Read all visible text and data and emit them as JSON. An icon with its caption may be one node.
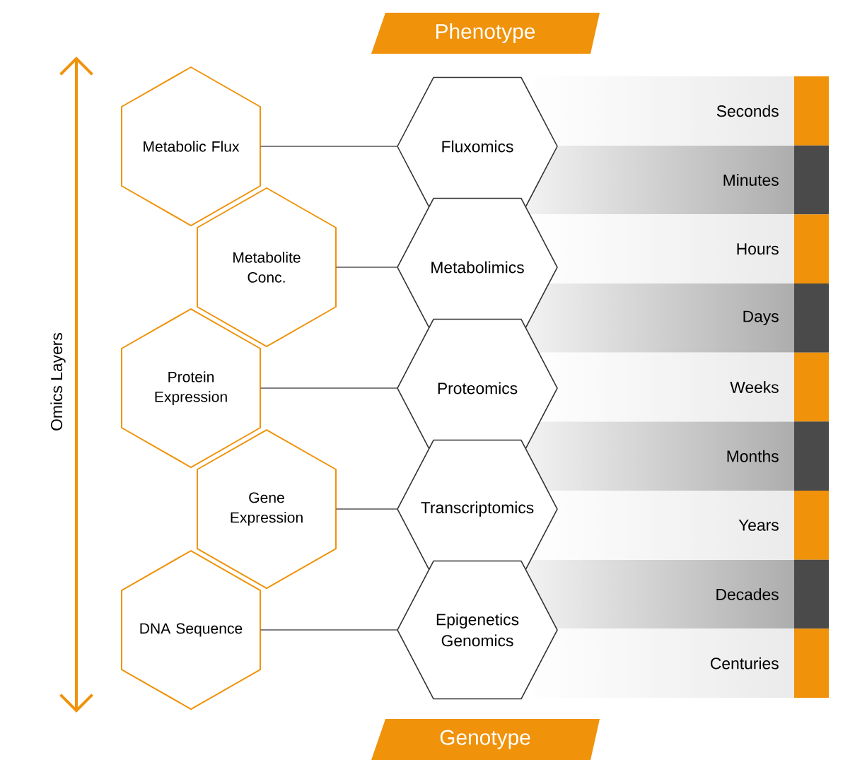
{
  "diagram": {
    "nodes": [
      {
        "text": [
          "Phenotype"
        ]
      },
      {
        "text": [
          "Metabolic Flux"
        ]
      },
      {
        "text": [
          "Fluxomics"
        ]
      },
      {
        "text": [
          "Metabolite Conc."
        ]
      },
      {
        "text": [
          "Metabolimics"
        ]
      },
      {
        "text": [
          "Protein Expression"
        ]
      },
      {
        "text": [
          "Proteomics"
        ]
      },
      {
        "text": [
          "Gene Expression"
        ]
      },
      {
        "text": [
          "Transcriptomics"
        ]
      },
      {
        "text": [
          "DNA Sequence"
        ]
      },
      {
        "text": [
          "Epigenetics Genomics"
        ]
      },
      {
        "text": [
          "Genotype"
        ]
      },
      {
        "text": [
          "Seconds"
        ]
      },
      {
        "text": [
          "Minutes"
        ]
      },
      {
        "text": [
          "Hours"
        ]
      },
      {
        "text": [
          "Days"
        ]
      },
      {
        "text": [
          "Weeks"
        ]
      },
      {
        "text": [
          "Months"
        ]
      },
      {
        "text": [
          "Years"
        ]
      },
      {
        "text": [
          "Decades"
        ]
      },
      {
        "text": [
          "Centuries"
        ]
      }
    ],
    "edges": [
      {
        "from": 1,
        "to": 2,
        "arrow": "none"
      },
      {
        "from": 3,
        "to": 4,
        "arrow": "none"
      },
      {
        "from": 5,
        "to": 6,
        "arrow": "none"
      },
      {
        "from": 7,
        "to": 8,
        "arrow": "none"
      },
      {
        "from": 9,
        "to": 10,
        "arrow": "none"
      }
    ],
    "labels": [
      "Omics Layers"
    ]
  }
}
